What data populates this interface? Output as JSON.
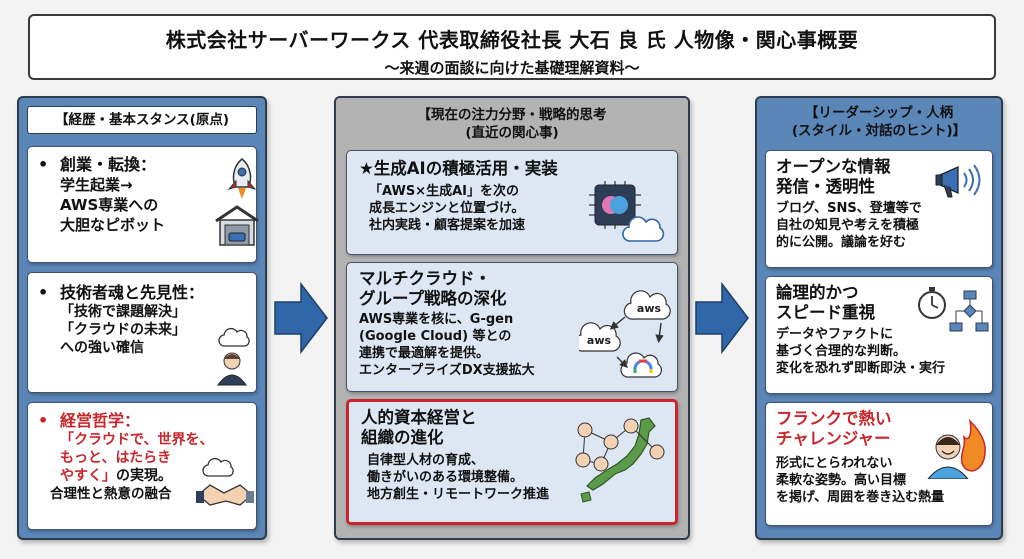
{
  "title": {
    "main": "株式会社サーバーワークス 代表取締役社長 大石 良 氏 人物像・関心事概要",
    "sub": "〜来週の面談に向けた基礎理解資料〜"
  },
  "left": {
    "header": "【経歴・基本スタンス(原点)",
    "cards": [
      {
        "title": "創業・転換：",
        "lines": [
          "学生起業→",
          "AWS専業への",
          "大胆なピボット"
        ]
      },
      {
        "title": "技術者魂と先見性：",
        "lines": [
          "「技術で課題解決」",
          "「クラウドの未来」",
          "への強い確信"
        ]
      },
      {
        "title": "経営哲学：",
        "quote": [
          "「クラウドで、世界を、",
          "もっと、はたらき",
          "やすく」"
        ],
        "tail": "の実現。",
        "extra": "合理性と熱意の融合"
      }
    ]
  },
  "middle": {
    "header1": "【現在の注力分野・戦略的思考",
    "header2": "(直近の関心事)",
    "cards": [
      {
        "title": "★生成AIの積極活用・実装",
        "lines": [
          "「AWS×生成AI」を次の",
          "成長エンジンと位置づけ。",
          "社内実践・顧客提案を加速"
        ]
      },
      {
        "title1": "マルチクラウド・",
        "title2": "グループ戦略の深化",
        "lines": [
          "AWS専業を核に、G-gen",
          "(Google Cloud) 等との",
          "連携で最適解を提供。",
          "エンタープライズDX支援拡大"
        ],
        "aws1": "aws",
        "aws2": "aws"
      },
      {
        "title1": "人的資本経営と",
        "title2": "組織の進化",
        "lines": [
          "自律型人材の育成、",
          "働きがいのある環境整備。",
          "地方創生・リモートワーク推進"
        ]
      }
    ]
  },
  "right": {
    "header1": "【リーダーシップ・人柄",
    "header2": "(スタイル・対話のヒント)】",
    "cards": [
      {
        "title1": "オープンな情報",
        "title2": "発信・透明性",
        "lines": [
          "ブログ、SNS、登壇等で",
          "自社の知見や考えを積極",
          "的に公開。議論を好む"
        ]
      },
      {
        "title1": "論理的かつ",
        "title2": "スピード重視",
        "lines": [
          "データやファクトに",
          "基づく合理的な判断。",
          "変化を恐れず即断即決・実行"
        ]
      },
      {
        "title1": "フランクで熱い",
        "title2": "チャレンジャー",
        "lines": [
          "形式にとらわれない",
          "柔軟な姿勢。高い目標",
          "を掲げ、周囲を巻き込む熱量"
        ]
      }
    ]
  },
  "colors": {
    "accent_blue": "#5b86b8",
    "accent_red": "#c8262b",
    "arrow_blue": "#2f67a8"
  }
}
